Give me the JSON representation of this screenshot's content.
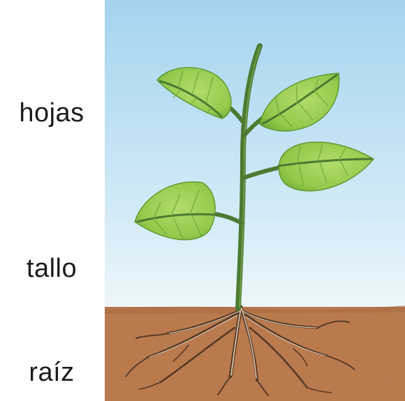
{
  "labels": {
    "leaves": "hojas",
    "stem": "tallo",
    "root": "raíz"
  },
  "colors": {
    "sky_top": "#a9d7f0",
    "sky_bottom": "#eaf5fb",
    "soil": "#b97a4e",
    "soil_dark": "#a8693f",
    "stem": "#4b7a32",
    "leaf_light": "#9fd256",
    "leaf_dark": "#6fae37",
    "root": "#5a3b24",
    "label_text": "#1c1c1c"
  }
}
